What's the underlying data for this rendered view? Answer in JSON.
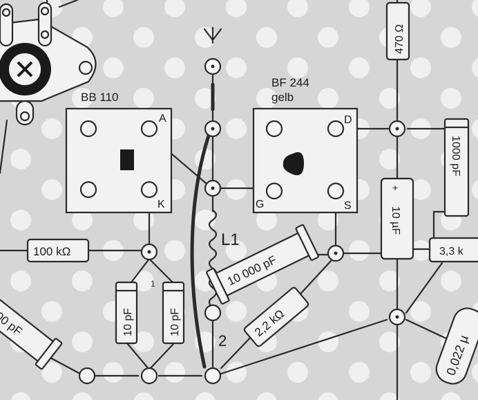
{
  "labels": {
    "bb110": "BB 110",
    "pin_a": "A",
    "pin_k": "K",
    "bf244_line1": "BF 244",
    "bf244_line2": "gelb",
    "pin_d": "D",
    "pin_g": "G",
    "pin_s": "S",
    "coil": "L1",
    "tap": "2",
    "r_470": "470 Ω",
    "c_1000": "1000 pF",
    "c_10u": "10 µF",
    "c_10u_plus": "+",
    "r_3k3": "3,3 k",
    "r_100k": "100 kΩ",
    "c_10000": "10 000 pF",
    "r_2k2": "2,2 kΩ",
    "c_10p_left": "10 pF",
    "c_10p_right": "10 pF",
    "c_partial_left": "00 pF",
    "c_0022": "0,022 µ",
    "small_mark": "1"
  },
  "colors": {
    "board": "#d6d6d6",
    "holes": "#f0f0f0",
    "ink": "#2a2a2a"
  }
}
